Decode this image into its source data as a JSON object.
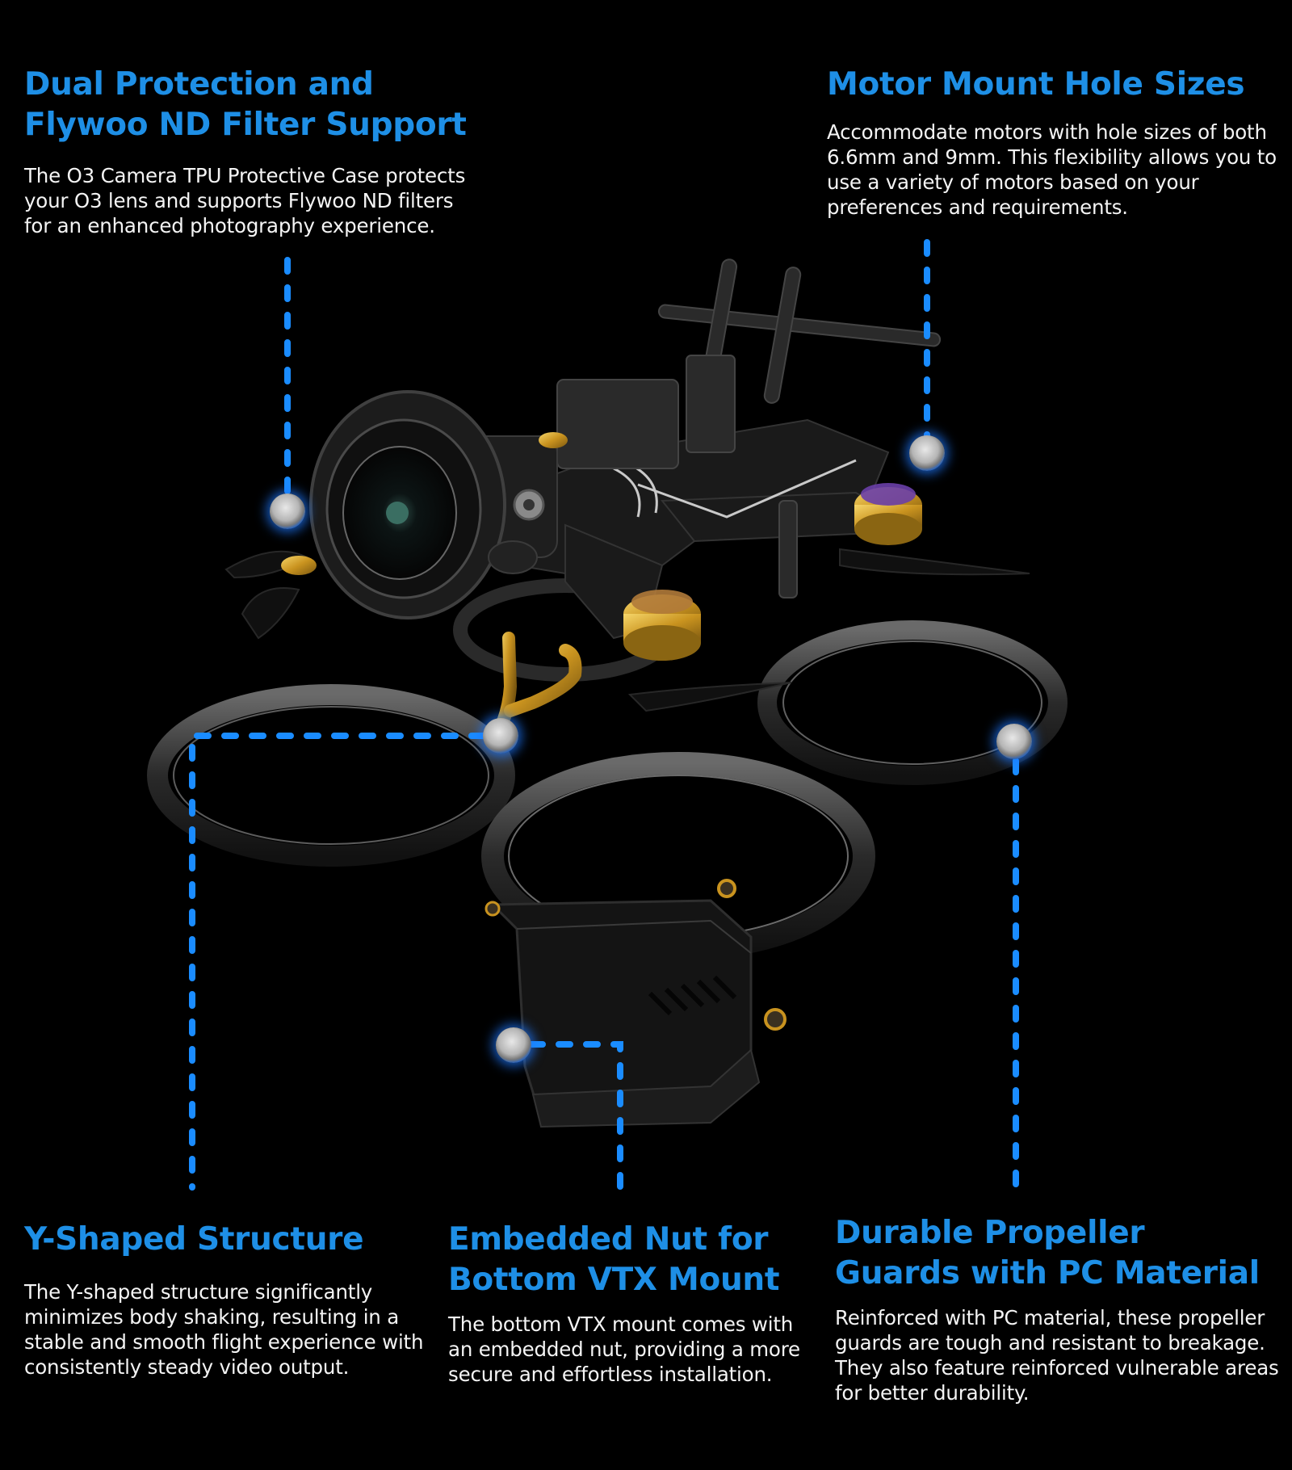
{
  "colors": {
    "background": "#000000",
    "heading": "#1e8fe6",
    "body_text": "#f4f4f4",
    "callout_line": "#1a8cff"
  },
  "features": [
    {
      "id": "dual-protection",
      "title_line1": "Dual Protection and",
      "title_line2": "Flywoo ND Filter Support",
      "description": "The O3 Camera TPU Protective Case protects your O3 lens and supports Flywoo ND filters for an enhanced photography experience."
    },
    {
      "id": "motor-mount",
      "title_line1": "Motor Mount Hole Sizes",
      "title_line2": "",
      "description": "Accommodate motors with hole sizes of both 6.6mm and 9mm. This flexibility allows you to use a variety of motors based on your preferences and requirements."
    },
    {
      "id": "y-shaped",
      "title_line1": "Y-Shaped Structure",
      "title_line2": "",
      "description": "The Y-shaped structure significantly minimizes body shaking, resulting in a stable and smooth flight experience with consistently steady video output."
    },
    {
      "id": "embedded-nut",
      "title_line1": "Embedded Nut for",
      "title_line2": "Bottom VTX Mount",
      "description": "The bottom VTX mount comes with an embedded nut, providing a more secure and effortless installation."
    },
    {
      "id": "prop-guards",
      "title_line1": "Durable Propeller",
      "title_line2": "Guards with PC Material",
      "description": "Reinforced with PC material, these propeller guards are tough and resistant to breakage. They also feature reinforced vulnerable areas for better durability."
    }
  ],
  "callouts": [
    {
      "feature": "dual-protection",
      "dot": [
        356,
        633
      ]
    },
    {
      "feature": "motor-mount",
      "dot": [
        1148,
        561
      ]
    },
    {
      "feature": "y-shaped",
      "dot": [
        620,
        911
      ]
    },
    {
      "feature": "embedded-nut",
      "dot": [
        636,
        1294
      ]
    },
    {
      "feature": "prop-guards",
      "dot": [
        1256,
        918
      ]
    }
  ]
}
